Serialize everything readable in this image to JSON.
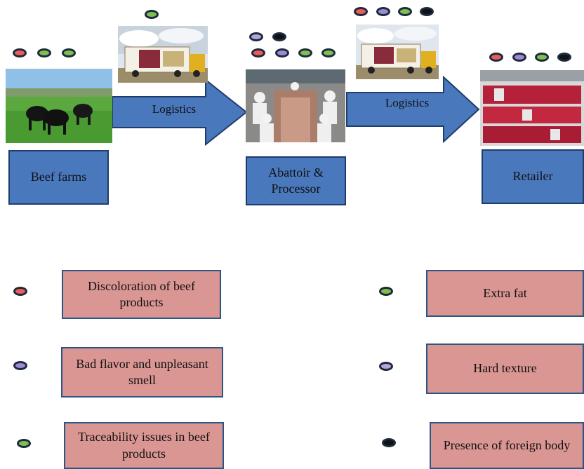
{
  "colors": {
    "red": "#ef5a5a",
    "purple": "#9c8ad4",
    "green": "#7fbf4f",
    "black": "#111111",
    "lilac": "#b6a6d8",
    "stage_fill": "#4a78bd",
    "legend_fill": "#da9693"
  },
  "stages": [
    {
      "label": "Beef farms",
      "photo": "cattle-on-pasture"
    },
    {
      "label": "Abattoir & Processor",
      "photo": "meat-processing-line"
    },
    {
      "label": "Retailer",
      "photo": "meat-display-counter"
    }
  ],
  "logistics": [
    {
      "label": "Logistics",
      "photo": "delivery-truck"
    },
    {
      "label": "Logistics",
      "photo": "delivery-truck"
    }
  ],
  "legend": [
    {
      "color": "red",
      "label": "Discoloration of beef products"
    },
    {
      "color": "purple",
      "label": "Bad flavor and unpleasant smell"
    },
    {
      "color": "green",
      "label": "Traceability issues in beef products"
    },
    {
      "color": "green",
      "label": "Extra fat"
    },
    {
      "color": "lilac",
      "label": "Hard texture"
    },
    {
      "color": "black",
      "label": "Presence of foreign body"
    }
  ]
}
